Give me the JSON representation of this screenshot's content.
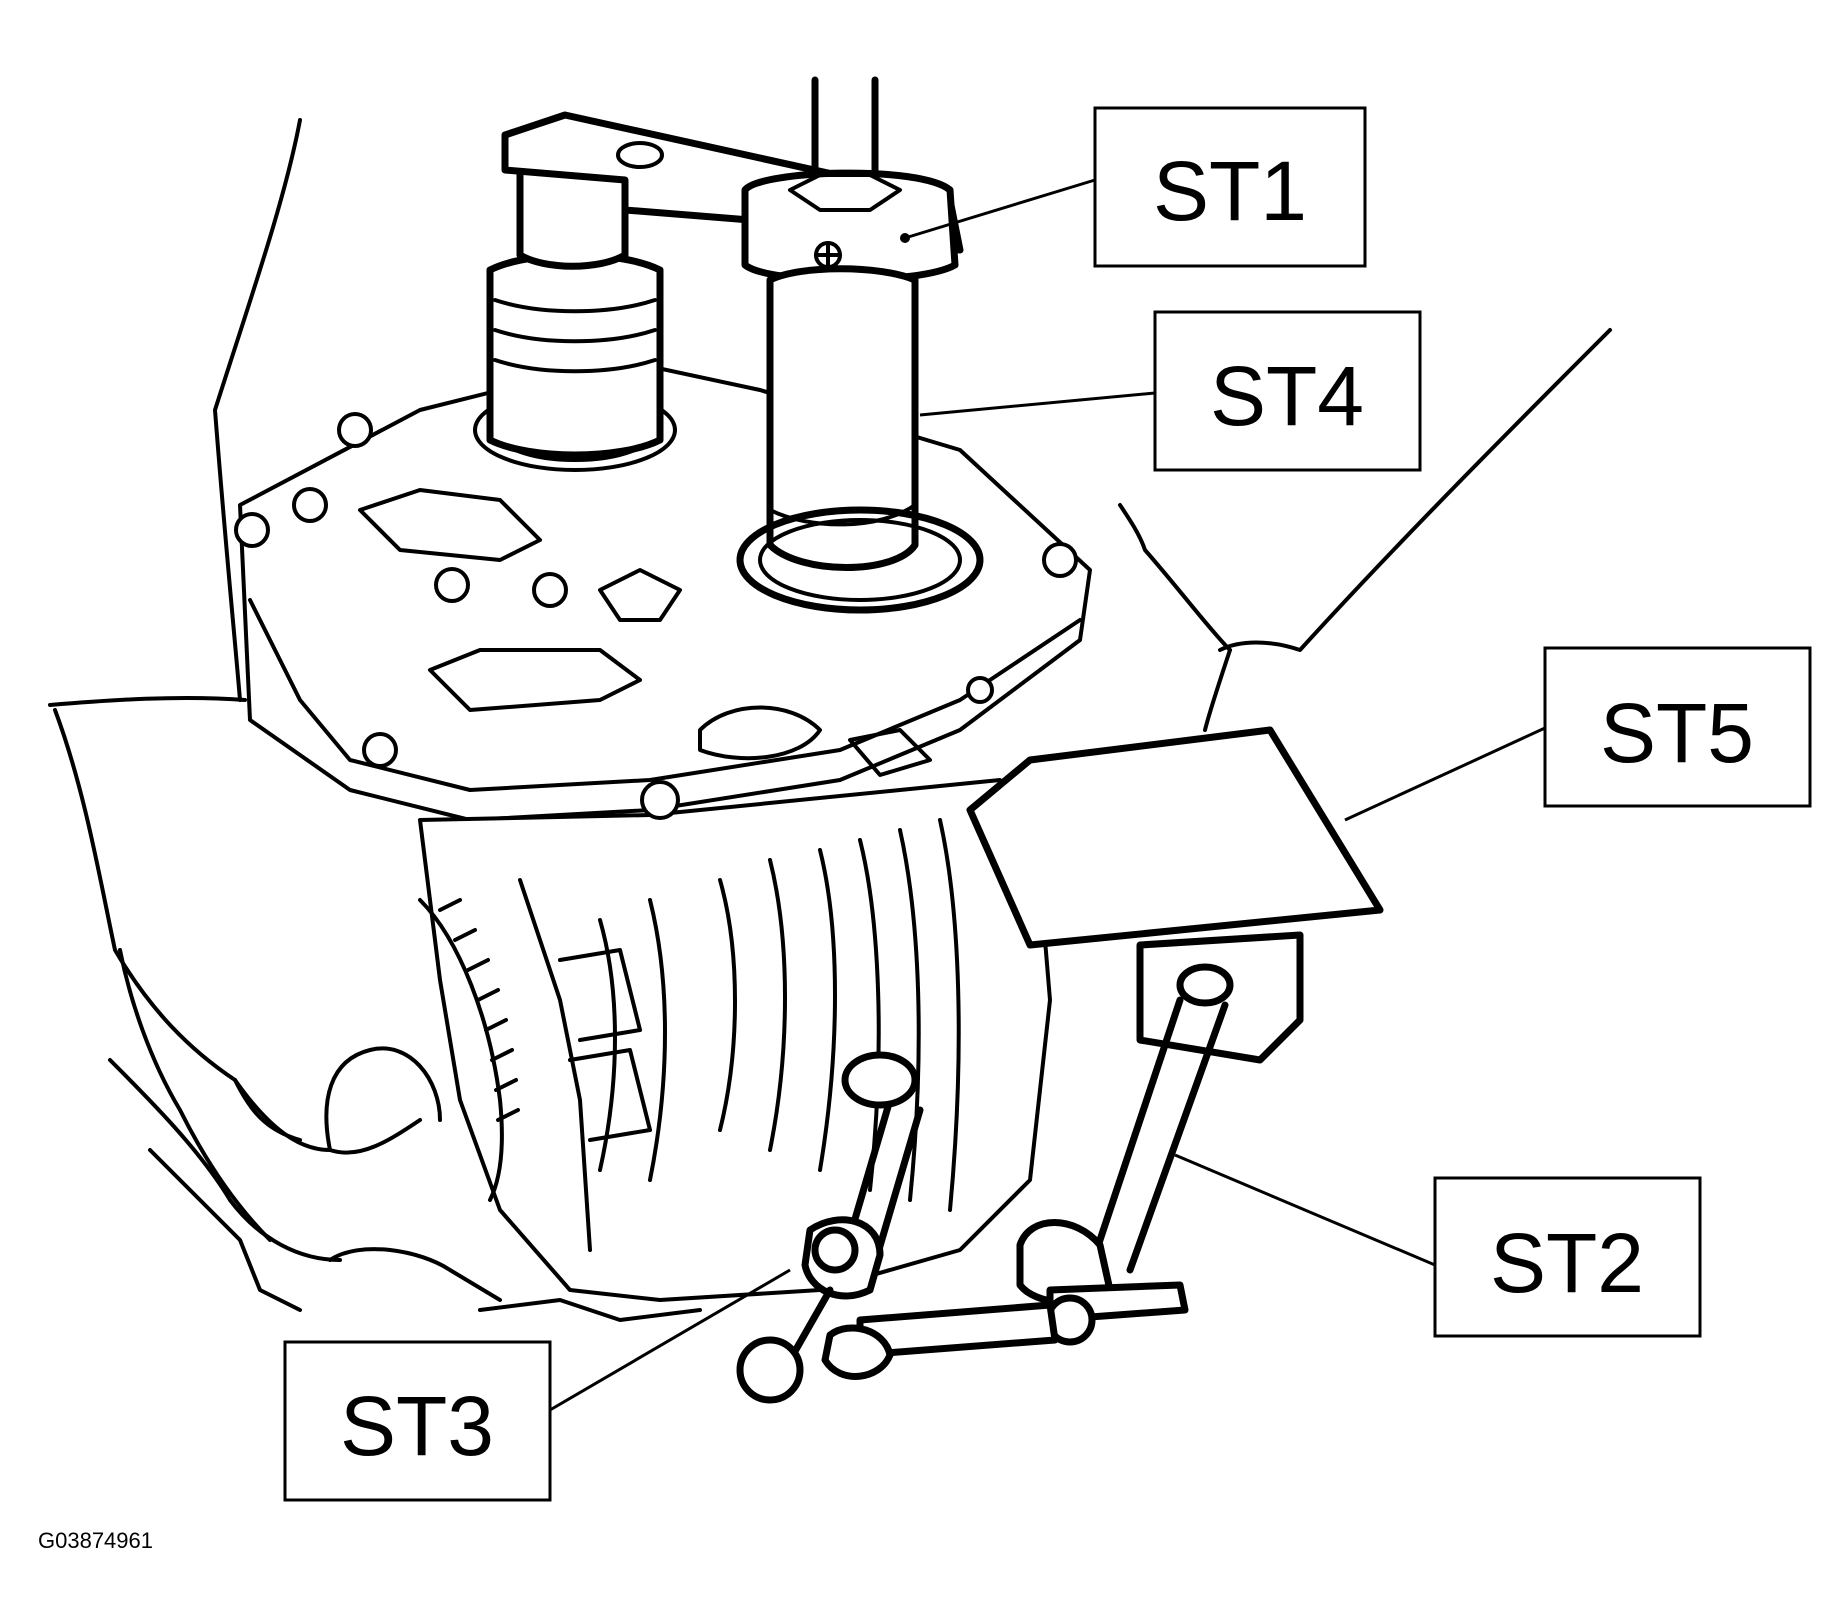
{
  "figure": {
    "figure_id": "G03874961",
    "callouts": {
      "st1": "ST1",
      "st2": "ST2",
      "st3": "ST3",
      "st4": "ST4",
      "st5": "ST5"
    }
  },
  "colors": {
    "ink": "#000000",
    "background": "#ffffff"
  }
}
